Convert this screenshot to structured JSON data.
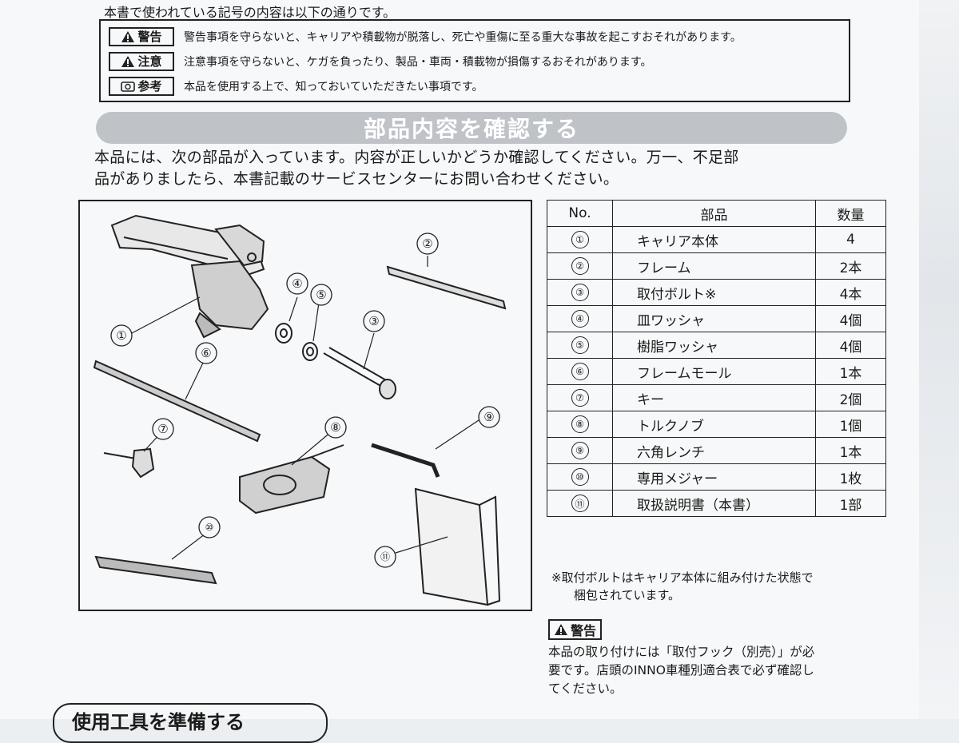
{
  "legend": {
    "title": "本書で使われている記号の内容は以下の通りです。",
    "items": [
      {
        "icon": "warning-triangle-icon",
        "label": "警告",
        "text": "警告事項を守らないと、キャリアや積載物が脱落し、死亡や重傷に至る重大な事故を起こすおそれがあります。"
      },
      {
        "icon": "caution-triangle-icon",
        "label": "注意",
        "text": "注意事項を守らないと、ケガを負ったり、製品・車両・積載物が損傷するおそれがあります。"
      },
      {
        "icon": "reference-icon",
        "label": "参考",
        "text": "本品を使用する上で、知っておいていただきたい事項です。"
      }
    ]
  },
  "section": {
    "title": "部品内容を確認する",
    "intro_line1": "本品には、次の部品が入っています。内容が正しいかどうか確認してください。万一、不足部",
    "intro_line2": "品がありましたら、本書記載のサービスセンターにお問い合わせください。"
  },
  "table": {
    "headers": {
      "no": "No.",
      "part": "部品",
      "qty": "数量"
    },
    "rows": [
      {
        "no": "①",
        "name": "キャリア本体",
        "qty": "4"
      },
      {
        "no": "②",
        "name": "フレーム",
        "qty": "2本"
      },
      {
        "no": "③",
        "name": "取付ボルト※",
        "qty": "4本"
      },
      {
        "no": "④",
        "name": "皿ワッシャ",
        "qty": "4個"
      },
      {
        "no": "⑤",
        "name": "樹脂ワッシャ",
        "qty": "4個"
      },
      {
        "no": "⑥",
        "name": "フレームモール",
        "qty": "1本"
      },
      {
        "no": "⑦",
        "name": "キー",
        "qty": "2個"
      },
      {
        "no": "⑧",
        "name": "トルクノブ",
        "qty": "1個"
      },
      {
        "no": "⑨",
        "name": "六角レンチ",
        "qty": "1本"
      },
      {
        "no": "⑩",
        "name": "専用メジャー",
        "qty": "1枚"
      },
      {
        "no": "⑪",
        "name": "取扱説明書（本書）",
        "qty": "1部"
      }
    ]
  },
  "figure_labels": [
    "①",
    "②",
    "③",
    "④",
    "⑤",
    "⑥",
    "⑦",
    "⑧",
    "⑨",
    "⑩",
    "⑪"
  ],
  "note": {
    "line1": "※取付ボルトはキャリア本体に組み付けた状態で",
    "line2": "梱包されています。"
  },
  "warning": {
    "label": "警告",
    "line1": "本品の取り付けには「取付フック（別売）」が必",
    "line2": "要です。店頭のINNO車種別適合表で必ず確認し",
    "line3": "てください。"
  },
  "bottom_heading": "使用工具を準備する",
  "colors": {
    "section_bar": "#bfc3c8",
    "ink": "#1a1a1a",
    "paper": "#f7f8f9"
  }
}
